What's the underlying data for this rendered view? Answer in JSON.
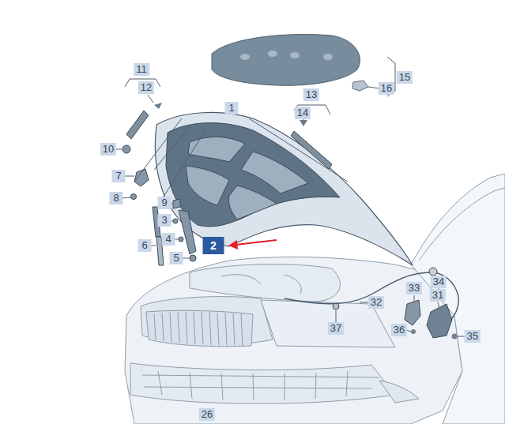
{
  "diagram": {
    "labels": [
      "15",
      "11",
      "16",
      "12",
      "1",
      "13",
      "14",
      "10",
      "7",
      "9",
      "8",
      "3",
      "4",
      "6",
      "2",
      "5",
      "33",
      "34",
      "31",
      "32",
      "37",
      "36",
      "35",
      "26"
    ]
  }
}
